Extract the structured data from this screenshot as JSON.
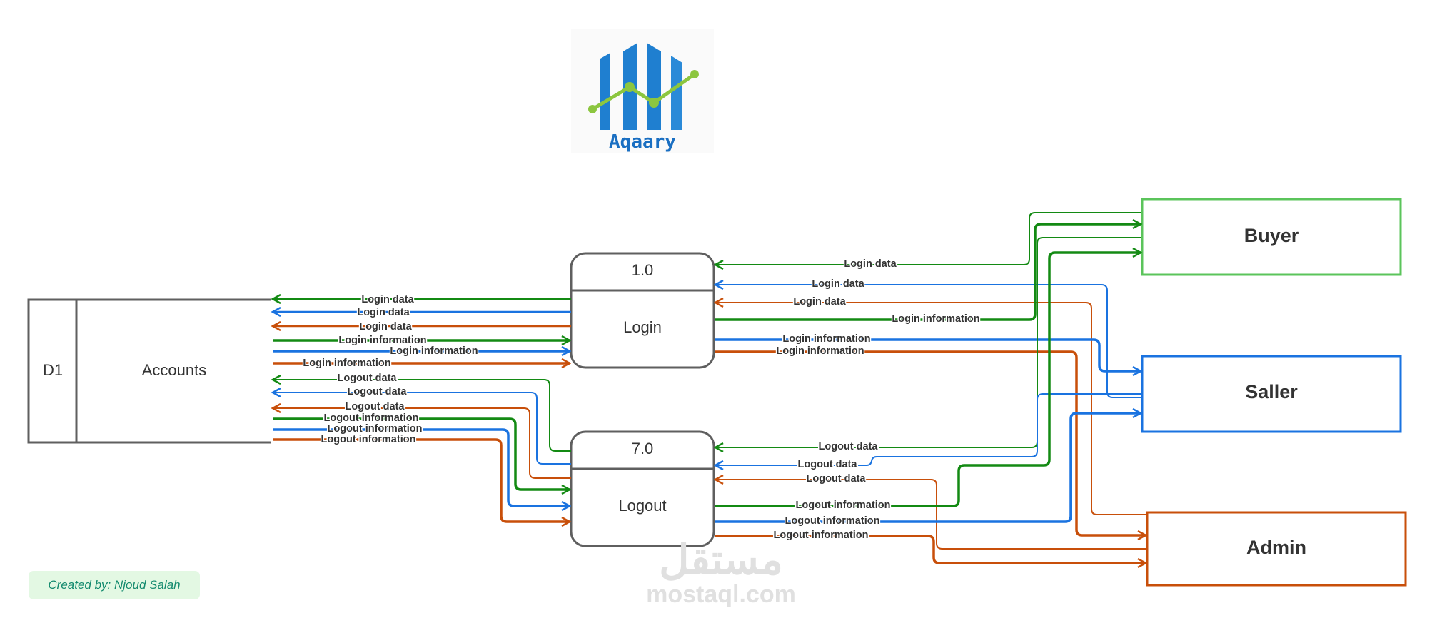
{
  "logo": {
    "text": "Aqaary",
    "colors": {
      "bars": "#1f7fd0",
      "line": "#8cc63f",
      "text": "#1a6fc2"
    }
  },
  "data_store": {
    "id": "D1",
    "name": "Accounts"
  },
  "processes": [
    {
      "key": "login",
      "number": "1.0",
      "name": "Login"
    },
    {
      "key": "logout",
      "number": "7.0",
      "name": "Logout"
    }
  ],
  "entities": [
    {
      "key": "buyer",
      "name": "Buyer",
      "color": "#5bc45b"
    },
    {
      "key": "seller",
      "name": "Saller",
      "color": "#1a73e0"
    },
    {
      "key": "admin",
      "name": "Admin",
      "color": "#c84f0a"
    }
  ],
  "colors": {
    "buyer_flow": "#138a13",
    "seller_flow": "#1a73e0",
    "admin_flow": "#c84f0a",
    "node_border": "#5f5f5f"
  },
  "flows": {
    "store_login": [
      {
        "label": "Login data",
        "color": "buyer_flow"
      },
      {
        "label": "Login data",
        "color": "seller_flow"
      },
      {
        "label": "Login data",
        "color": "admin_flow"
      },
      {
        "label": "Login information",
        "color": "buyer_flow"
      },
      {
        "label": "Login information",
        "color": "seller_flow"
      },
      {
        "label": "Login information",
        "color": "admin_flow"
      }
    ],
    "store_logout": [
      {
        "label": "Logout data",
        "color": "buyer_flow"
      },
      {
        "label": "Logout data",
        "color": "seller_flow"
      },
      {
        "label": "Logout data",
        "color": "admin_flow"
      },
      {
        "label": "Logout information",
        "color": "buyer_flow"
      },
      {
        "label": "Logout information",
        "color": "seller_flow"
      },
      {
        "label": "Logout information",
        "color": "admin_flow"
      }
    ],
    "login_entities": [
      {
        "label": "Login data",
        "color": "buyer_flow"
      },
      {
        "label": "Login data",
        "color": "seller_flow"
      },
      {
        "label": "Login data",
        "color": "admin_flow"
      },
      {
        "label": "Login information",
        "color": "buyer_flow"
      },
      {
        "label": "Login information",
        "color": "seller_flow"
      },
      {
        "label": "Login information",
        "color": "admin_flow"
      }
    ],
    "logout_entities": [
      {
        "label": "Logout data",
        "color": "buyer_flow"
      },
      {
        "label": "Logout data",
        "color": "seller_flow"
      },
      {
        "label": "Logout data",
        "color": "admin_flow"
      },
      {
        "label": "Logout information",
        "color": "buyer_flow"
      },
      {
        "label": "Logout information",
        "color": "seller_flow"
      },
      {
        "label": "Logout information",
        "color": "admin_flow"
      }
    ]
  },
  "credit": "Created by: Njoud Salah",
  "watermark": {
    "arabic": "مستقل",
    "latin": "mostaql.com"
  }
}
